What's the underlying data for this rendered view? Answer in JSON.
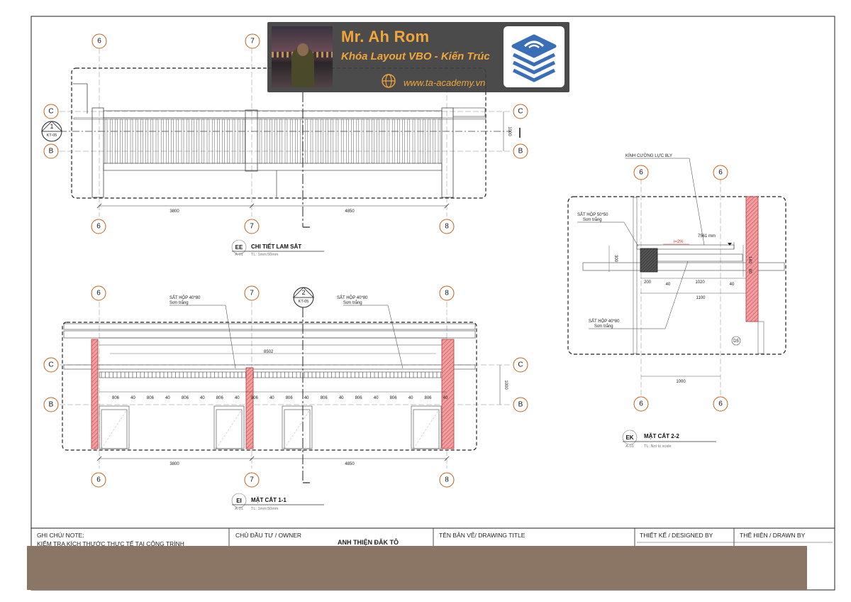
{
  "grid": {
    "num6": "6",
    "num7": "7",
    "num8": "8",
    "letC": "C",
    "letB": "B"
  },
  "detail_ee": {
    "code": "EE",
    "sheet": "A-01",
    "title": "CHI TIẾT LAM SẮT",
    "scale": "TL: 1mm:50mm",
    "dim_left": "3800",
    "dim_right": "4850",
    "dim_v": "1000",
    "section_mark": {
      "num": "1",
      "sheet": "KT-05"
    }
  },
  "detail_ei": {
    "code": "EI",
    "sheet": "A-01",
    "title": "MẶT CẮT 1-1",
    "scale": "TL: 1mm:50mm",
    "dim_left": "3800",
    "dim_right": "4850",
    "dim_v": "1000",
    "dim_top": "8502",
    "note_left": "SẮT HỘP 40*80",
    "note_left_2": "Sơn trắng",
    "note_right": "SẮT HỘP 40*80",
    "note_right_2": "Sơn trắng",
    "segments": [
      "806",
      "40",
      "806",
      "40",
      "806",
      "40",
      "806",
      "40",
      "806",
      "40",
      "806",
      "40",
      "806",
      "40",
      "806",
      "40",
      "806",
      "40",
      "806",
      "40"
    ],
    "section_mark": {
      "num": "2",
      "sheet": "KT-05"
    }
  },
  "detail_ek": {
    "code": "EK",
    "sheet": "A-01",
    "title": "MẶT CẮT 2-2",
    "scale": "TL: Not to scale",
    "glass_note": "KÍNH CƯỜNG LỰC 8LY",
    "box_note": "SẮT HỘP 50*50",
    "box_note_2": "Sơn trắng",
    "box_note_b": "SẮT HỘP 40*80",
    "box_note_b_2": "Sơn trắng",
    "slope": "i=2%",
    "len": "7561 mm",
    "d200": "200",
    "d40a": "40",
    "d1020": "1020",
    "d40b": "40",
    "d1100": "1100",
    "d1000": "1000",
    "v300": "300",
    "v140": "140",
    "v80": "80",
    "tag": "D5"
  },
  "title_block": {
    "note_label": "GHI CHÚ/ NOTE:",
    "note_text": "KIỂM TRA KÍCH THƯỚC THỰC TẾ TẠI CÔNG TRÌNH",
    "owner_label": "CHỦ ĐẦU TƯ / OWNER",
    "owner_name": "ANH THIỆN ĐĂK TÔ",
    "drawing_label": "TÊN BẢN VẼ/ DRAWING TITLE",
    "designed_label": "THIẾT KẾ / DESIGNED BY",
    "drawn_label": "THỂ HIỆN / DRAWN BY"
  },
  "banner": {
    "name": "Mr. Ah Rom",
    "course": "Khóa Layout VBO - Kiến Trúc",
    "site": "www.ta-academy.vn"
  },
  "colors": {
    "bubble": "#c0601a",
    "hatch": "#e56a6e",
    "banner_text": "#f0a63a",
    "logo_blue": "#3a6fb8",
    "footer": "#8b7564"
  }
}
